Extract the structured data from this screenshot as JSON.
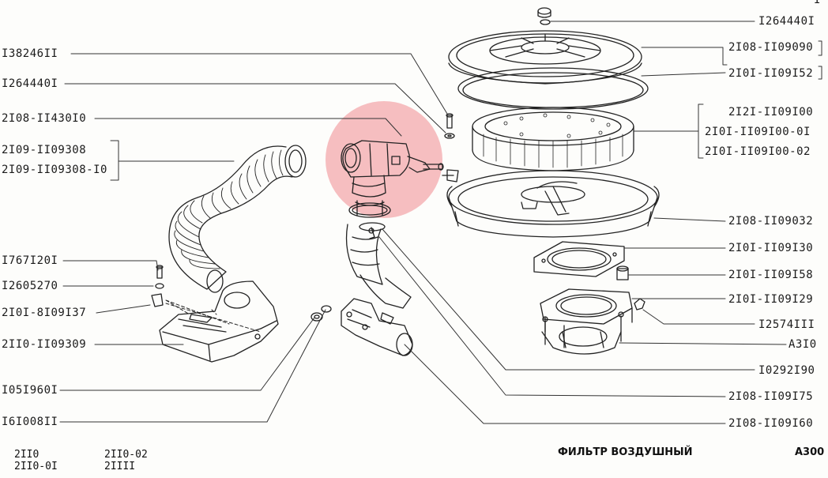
{
  "labels": {
    "top_right_cut": "I",
    "r1": "I264440I",
    "r2": "2I08-II09090",
    "r3": "2I0I-II09I52",
    "r4": "2I2I-II09I00",
    "r5": "2I0I-II09I00-0I",
    "r6": "2I0I-II09I00-02",
    "r7": "2I08-II09032",
    "r8": "2I0I-II09I30",
    "r9": "2I0I-II09I58",
    "r10": "2I0I-II09I29",
    "r11": "I2574III",
    "r12": "A3I0",
    "r13": "I0292I90",
    "r14": "2I08-II09I75",
    "r15": "2I08-II09I60",
    "l1": "I38246II",
    "l2": "I264440I",
    "l3": "2I08-II430I0",
    "l4": "2I09-II09308",
    "l5": "2I09-II09308-I0",
    "l6": "I767I20I",
    "l7": "I2605270",
    "l8": "2I0I-8I09I37",
    "l9": "2II0-II09309",
    "l10": "I05I960I",
    "l11": "I6I008II"
  },
  "footer": {
    "title": "ФИЛЬТР ВОЗДУШНЫЙ",
    "code": "А300",
    "models": [
      "2II0",
      "2II0-0I",
      "2II0-02",
      "2IIII"
    ]
  },
  "highlight_color": "#f08a8f"
}
